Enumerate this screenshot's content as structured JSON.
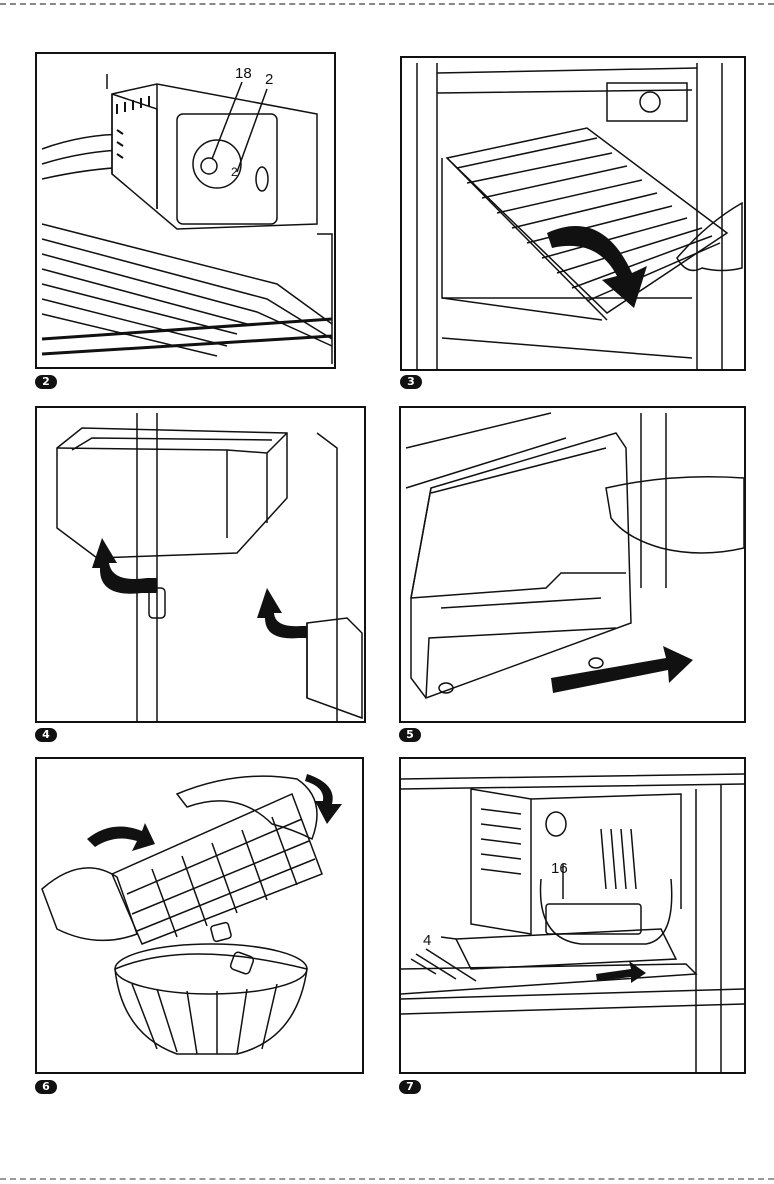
{
  "figures": [
    {
      "id": "fig2",
      "badge": "2",
      "callouts": [
        "18",
        "2"
      ],
      "dial_mark": "2"
    },
    {
      "id": "fig3",
      "badge": "3"
    },
    {
      "id": "fig4",
      "badge": "4"
    },
    {
      "id": "fig5",
      "badge": "5"
    },
    {
      "id": "fig6",
      "badge": "6"
    },
    {
      "id": "fig7",
      "badge": "7",
      "callouts": [
        "16",
        "4"
      ]
    }
  ]
}
